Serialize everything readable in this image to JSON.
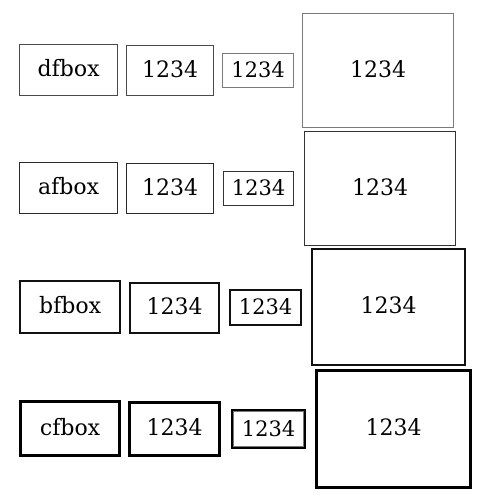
{
  "rows": [
    {
      "label": "dfbox",
      "num1": "1234",
      "num2": "1234",
      "num3": "1234"
    },
    {
      "label": "afbox",
      "num1": "1234",
      "num2": "1234",
      "num3": "1234"
    },
    {
      "label": "bfbox",
      "num1": "1234",
      "num2": "1234",
      "num3": "1234"
    },
    {
      "label": "cfbox",
      "num1": "1234",
      "num2": "1234",
      "num3": "1234"
    }
  ]
}
